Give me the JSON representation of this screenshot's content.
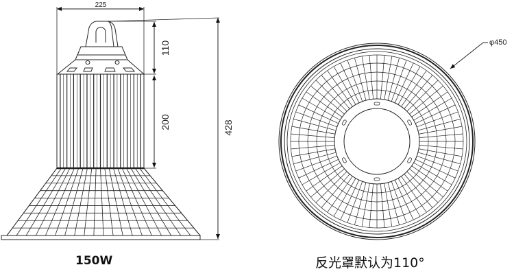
{
  "side_view": {
    "dim_width": "225",
    "dim_top": "110",
    "dim_body": "200",
    "dim_total": "428",
    "caption": "150W"
  },
  "top_view": {
    "dim_diameter": "φ450",
    "caption": "反光罩默认为110°"
  }
}
